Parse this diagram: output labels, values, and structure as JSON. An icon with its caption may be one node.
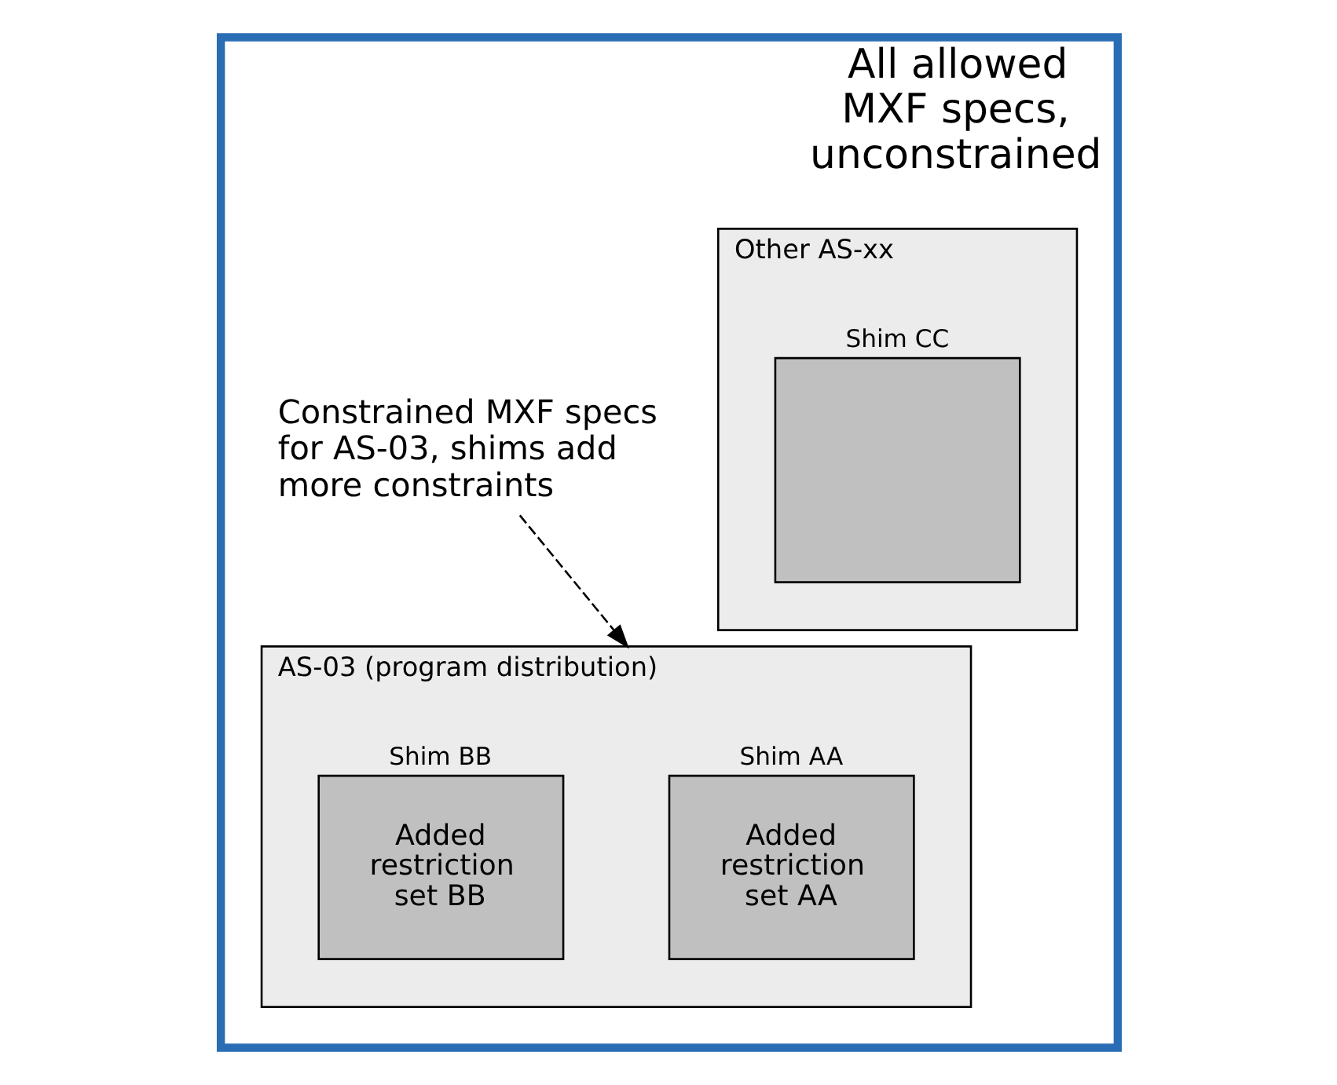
{
  "diagram": {
    "nodes": [
      {
        "text": [
          "All allowed MXF specs, unconstrained"
        ]
      },
      {
        "text": [
          "AS-03 (program distribution)"
        ],
        "in": 0
      },
      {
        "text": [
          "Shim AA",
          "Added restriction set AA"
        ],
        "in": 1
      },
      {
        "text": [
          "Shim BB",
          "Added restriction set BB"
        ],
        "in": 1
      },
      {
        "text": [
          "Other AS-xx"
        ],
        "in": 0
      },
      {
        "text": [
          "Shim CC"
        ],
        "in": 4
      },
      {
        "text": [
          "Constrained MXF specs for AS-03, shims add more constraints"
        ],
        "in": 0
      }
    ],
    "edges": [
      {
        "from": 6,
        "to": 1,
        "arrow": "to",
        "style": "dashed"
      }
    ]
  }
}
